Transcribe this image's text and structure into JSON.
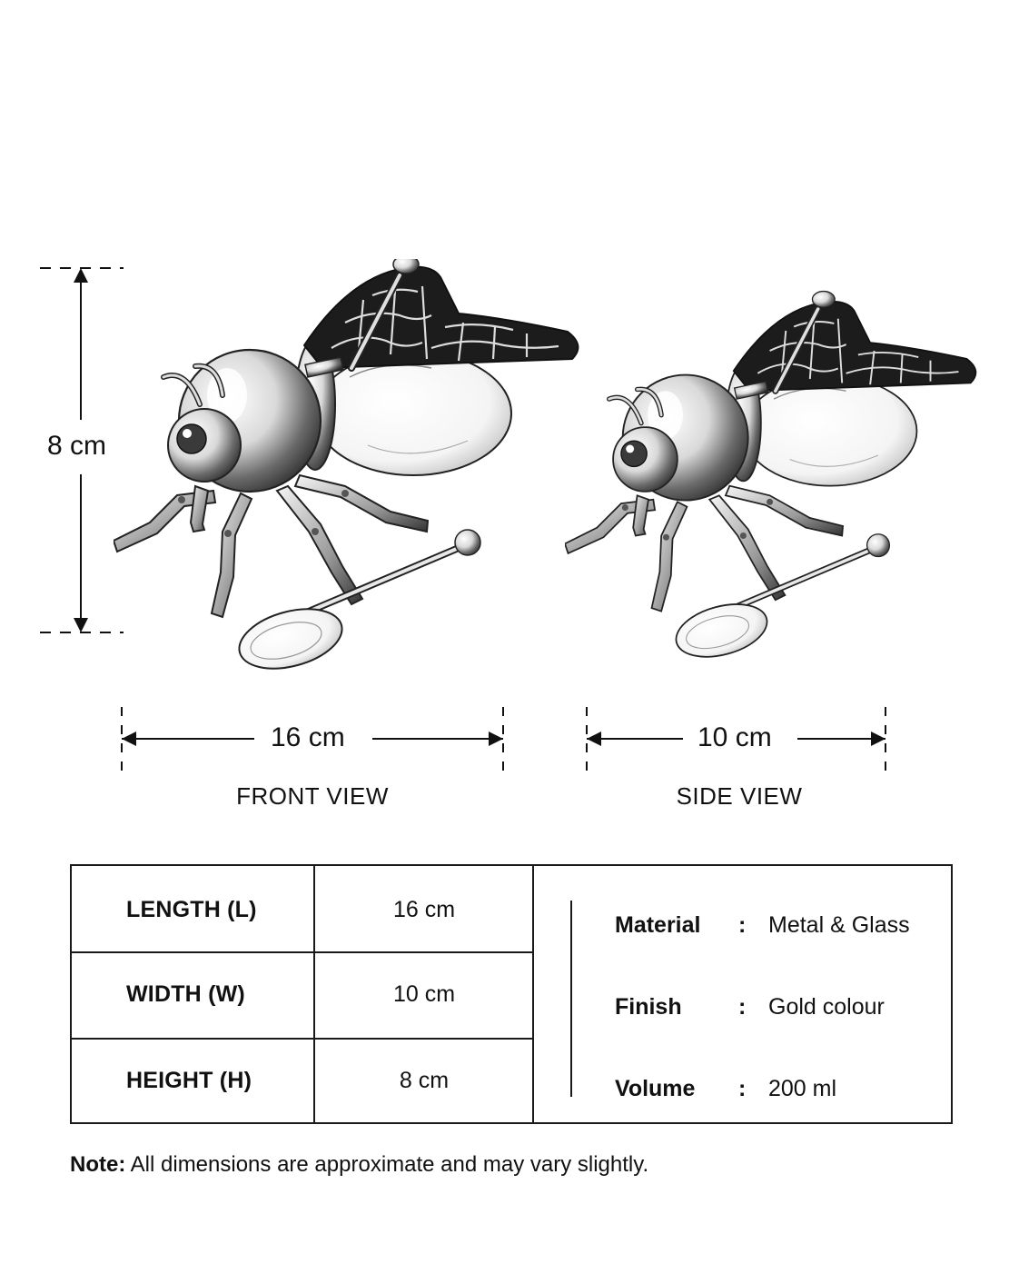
{
  "dimensions": {
    "height_label": "8 cm",
    "front_width_label": "16 cm",
    "side_width_label": "10 cm"
  },
  "views": {
    "front": "FRONT VIEW",
    "side": "SIDE VIEW"
  },
  "table": {
    "rows": [
      {
        "label": "LENGTH (L)",
        "value": "16 cm"
      },
      {
        "label": "WIDTH (W)",
        "value": "10 cm"
      },
      {
        "label": "HEIGHT (H)",
        "value": "8 cm"
      }
    ],
    "specs": [
      {
        "key": "Material",
        "sep": ":",
        "value": "Metal & Glass"
      },
      {
        "key": "Finish",
        "sep": ":",
        "value": "Gold colour"
      },
      {
        "key": "Volume",
        "sep": ":",
        "value": "200 ml"
      }
    ]
  },
  "note": {
    "label": "Note:",
    "text": "All dimensions are approximate and may vary slightly."
  },
  "colors": {
    "ink": "#111111",
    "wing": "#1c1c1c",
    "background": "#ffffff"
  }
}
